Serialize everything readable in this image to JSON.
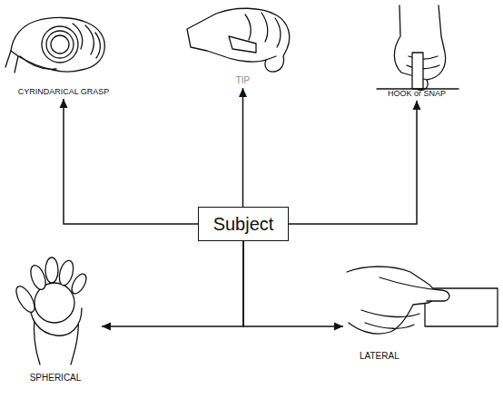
{
  "diagram": {
    "nodes": [
      {
        "text": [
          "CYRINDARICAL GRASP"
        ]
      },
      {
        "text": [
          "TIP"
        ]
      },
      {
        "text": [
          "HOOK or SNAP"
        ]
      },
      {
        "text": [
          "Subject"
        ]
      },
      {
        "text": [
          "SPHERICAL"
        ]
      },
      {
        "text": [
          "LATERAL"
        ]
      }
    ],
    "edges": [
      {
        "from": 3,
        "to": 0,
        "arrow": "to"
      },
      {
        "from": 3,
        "to": 1,
        "arrow": "to"
      },
      {
        "from": 3,
        "to": 2,
        "arrow": "to"
      },
      {
        "from": 3,
        "to": 4,
        "arrow": "to"
      },
      {
        "from": 3,
        "to": 5,
        "arrow": "to"
      }
    ]
  }
}
